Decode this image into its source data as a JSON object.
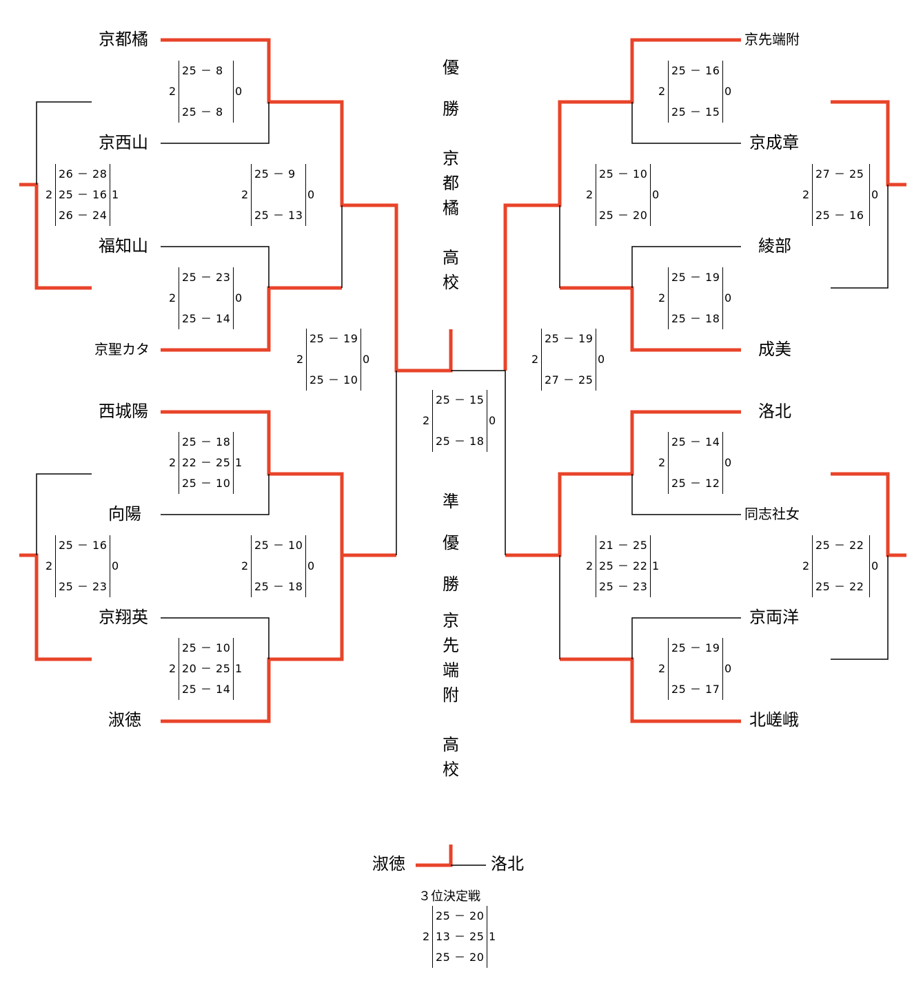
{
  "teams": {
    "l1": "京都橘",
    "l2": "京西山",
    "l3": "福知山",
    "l4": "京聖カタ",
    "l5": "西城陽",
    "l6": "向陽",
    "l7": "京翔英",
    "l8": "淑徳",
    "r1": "京先端附",
    "r2": "京成章",
    "r3": "綾部",
    "r4": "成美",
    "r5": "洛北",
    "r6": "同志社女",
    "r7": "京両洋",
    "r8": "北嵯峨"
  },
  "champion": {
    "label": "優勝",
    "name": "京都橘高校"
  },
  "runner_up": {
    "label": "準優勝",
    "name": "京先端附高校"
  },
  "third_place": {
    "caption": "３位決定戦",
    "left": "淑徳",
    "right": "洛北"
  },
  "scores": {
    "s_l12": {
      "w": "2",
      "l": "0",
      "sets": [
        "25 － 8",
        "",
        "25 － 8"
      ]
    },
    "s_l34": {
      "w": "2",
      "l": "0",
      "sets": [
        "25 － 23",
        "",
        "25 － 14"
      ]
    },
    "s_l56": {
      "w": "2",
      "l": "1",
      "sets": [
        "25 － 18",
        "22 － 25",
        "25 － 10"
      ]
    },
    "s_l78": {
      "w": "2",
      "l": "1",
      "sets": [
        "25 － 10",
        "20 － 25",
        "25 － 14"
      ]
    },
    "s_ltop": {
      "w": "2",
      "l": "1",
      "sets": [
        "26 － 28",
        "25 － 16",
        "26 － 24"
      ]
    },
    "s_lbot": {
      "w": "2",
      "l": "0",
      "sets": [
        "25 － 16",
        "",
        "25 － 23"
      ]
    },
    "s_lq1": {
      "w": "2",
      "l": "0",
      "sets": [
        "25 － 9",
        "",
        "25 － 13"
      ]
    },
    "s_lq2": {
      "w": "2",
      "l": "0",
      "sets": [
        "25 － 10",
        "",
        "25 － 18"
      ]
    },
    "s_lsf": {
      "w": "2",
      "l": "0",
      "sets": [
        "25 － 19",
        "",
        "25 － 10"
      ]
    },
    "s_final": {
      "w": "2",
      "l": "0",
      "sets": [
        "25 － 15",
        "",
        "25 － 18"
      ]
    },
    "s_rsf": {
      "w": "2",
      "l": "0",
      "sets": [
        "25 － 19",
        "",
        "27 － 25"
      ]
    },
    "s_r12": {
      "w": "2",
      "l": "0",
      "sets": [
        "25 － 16",
        "",
        "25 － 15"
      ]
    },
    "s_r34": {
      "w": "2",
      "l": "0",
      "sets": [
        "25 － 19",
        "",
        "25 － 18"
      ]
    },
    "s_r56": {
      "w": "2",
      "l": "0",
      "sets": [
        "25 － 14",
        "",
        "25 － 12"
      ]
    },
    "s_r78": {
      "w": "2",
      "l": "0",
      "sets": [
        "25 － 19",
        "",
        "25 － 17"
      ]
    },
    "s_rq1": {
      "w": "2",
      "l": "0",
      "sets": [
        "25 － 10",
        "",
        "25 － 20"
      ]
    },
    "s_rq2": {
      "w": "2",
      "l": "1",
      "sets": [
        "21 － 25",
        "25 － 22",
        "25 － 23"
      ]
    },
    "s_rtop": {
      "w": "2",
      "l": "0",
      "sets": [
        "27 － 25",
        "",
        "25 － 16"
      ]
    },
    "s_rbot": {
      "w": "2",
      "l": "0",
      "sets": [
        "25 － 22",
        "",
        "25 － 22"
      ]
    },
    "s_third": {
      "w": "2",
      "l": "1",
      "sets": [
        "25 － 20",
        "13 － 25",
        "25 － 20"
      ]
    }
  },
  "colors": {
    "winner_line": "#e8442a",
    "loser_line": "#000000"
  }
}
